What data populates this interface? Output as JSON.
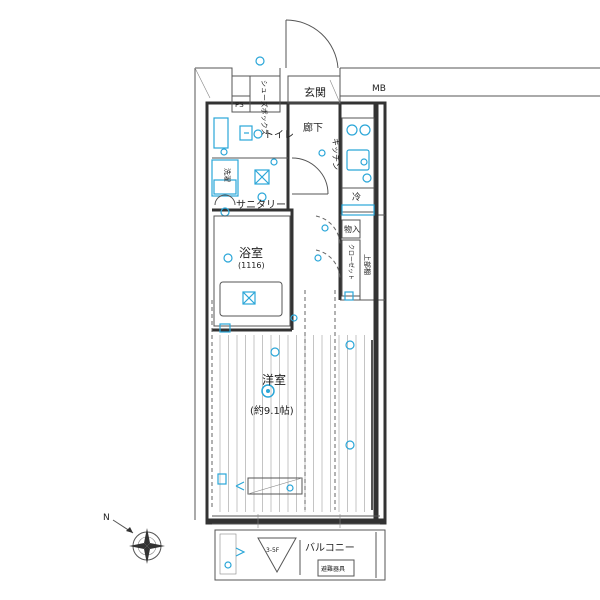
{
  "rooms": {
    "entrance": "玄関",
    "shoe_box": "シューズボックス",
    "ps": "PS",
    "mb": "MB",
    "toilet": "トイレ",
    "corridor": "廊下",
    "kitchen": "キッチン",
    "laundry": "洗濯",
    "sanitary": "サニタリー",
    "bath": "浴室",
    "bath_size": "(1116)",
    "refrigerator": "冷",
    "storage_in": "物入",
    "closet": "クローゼット",
    "upper_shelf": "上部棚",
    "western": "洋室",
    "western_size": "(約9.1帖)",
    "balcony": "バルコニー",
    "floor_note": "3-5F",
    "balcony_note": "避難器具"
  },
  "compass": {
    "north": "N"
  },
  "colors": {
    "fixture": "#2aa6d8",
    "wall": "#333333",
    "floor_lines": "#8a8a8a"
  }
}
